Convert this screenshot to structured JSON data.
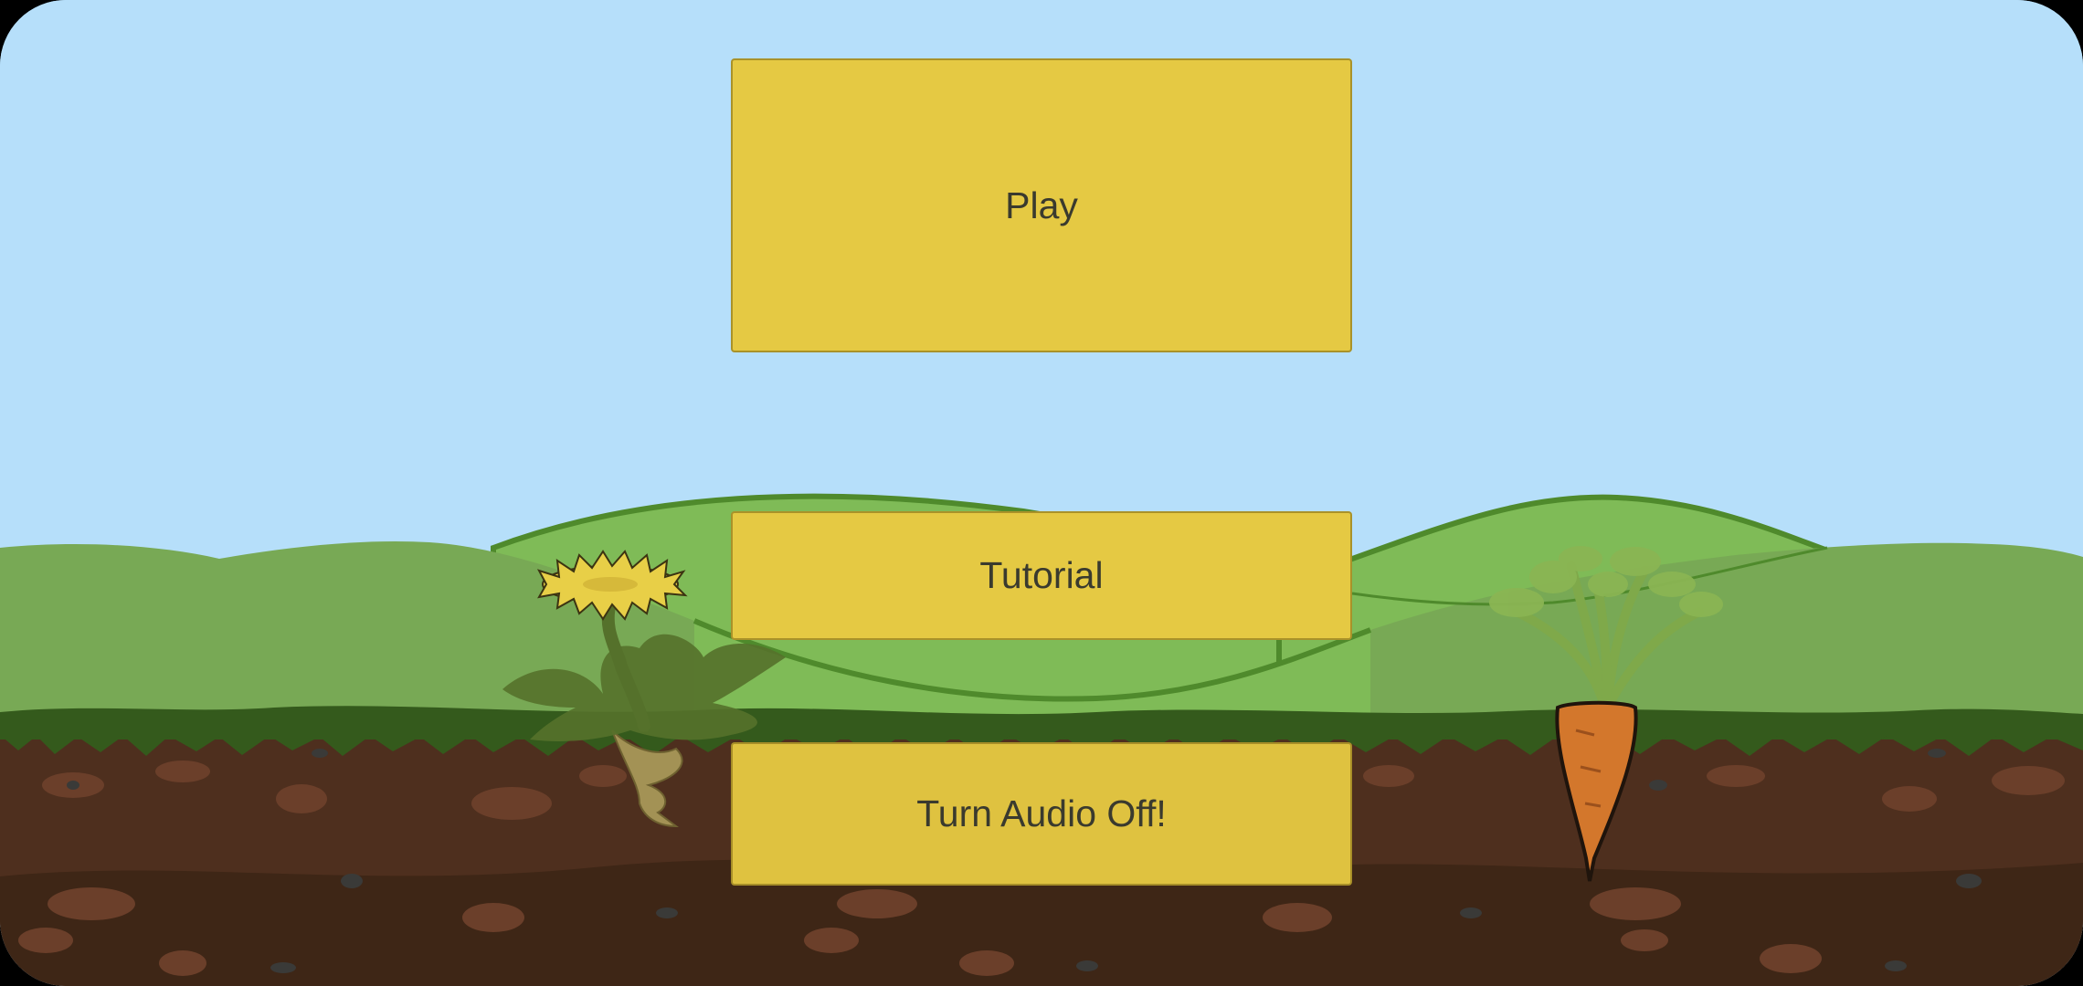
{
  "menu": {
    "play_label": "Play",
    "tutorial_label": "Tutorial",
    "audio_label": "Turn Audio Off!"
  },
  "colors": {
    "sky": "#b6dffa",
    "button_fill": "#e5c943",
    "button_fill_bottom": "#dfc240",
    "hill_far": "#7fbb57",
    "hill_near": "#78a955",
    "grass_dark": "#345a1c",
    "soil": "#4e2f1e",
    "soil_deep": "#3e2616",
    "carrot": "#d3772c",
    "dandelion": "#e8cf47"
  },
  "icons": [
    "dandelion-icon",
    "carrot-icon"
  ]
}
